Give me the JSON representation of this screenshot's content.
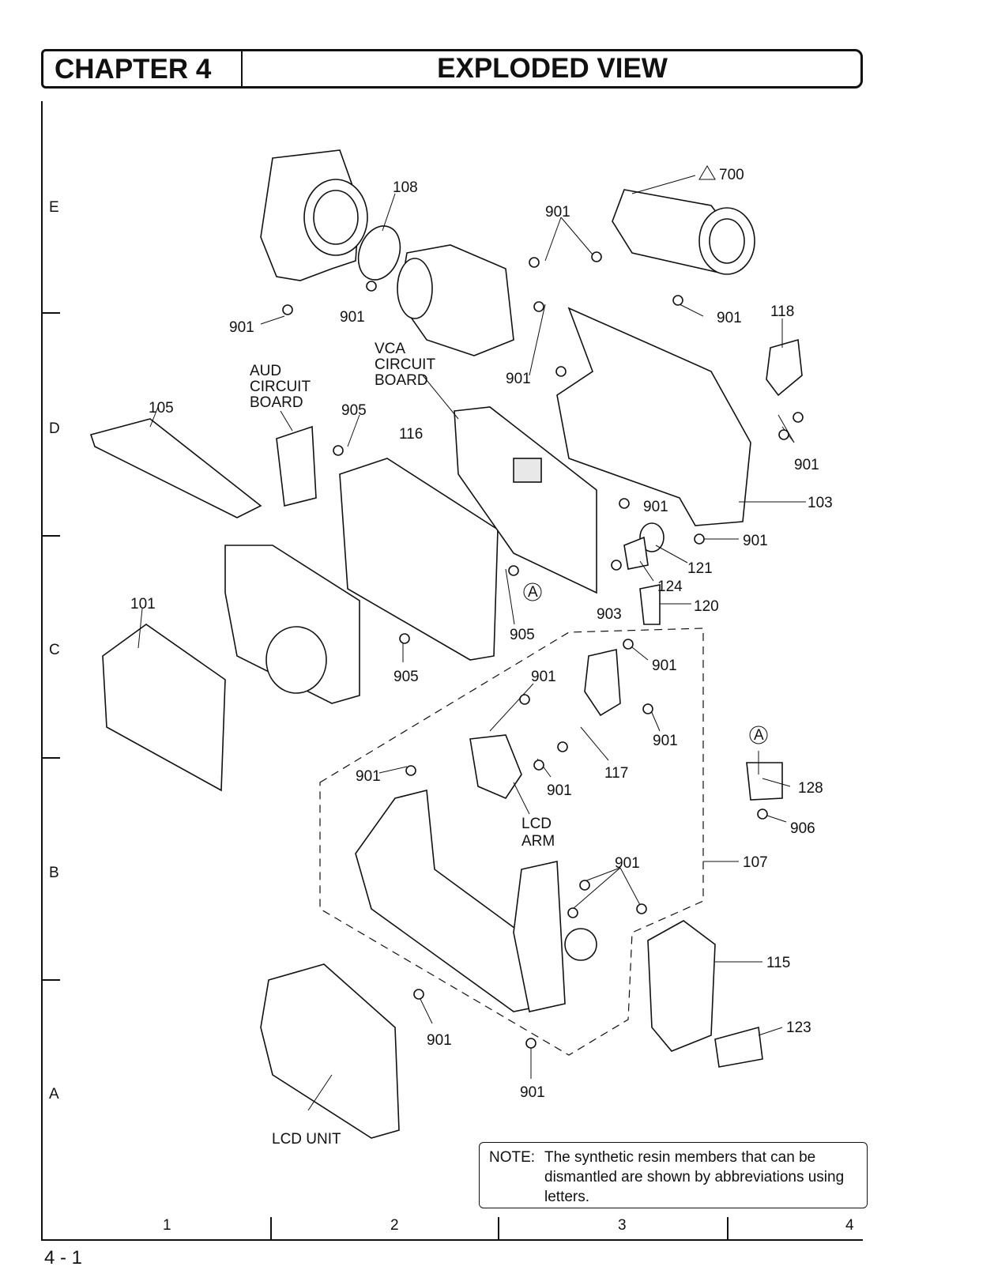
{
  "header": {
    "chapter": "CHAPTER  4",
    "title": "EXPLODED VIEW"
  },
  "grid": {
    "rows": [
      "E",
      "D",
      "C",
      "B",
      "A"
    ],
    "cols": [
      "1",
      "2",
      "3",
      "4"
    ]
  },
  "labels": {
    "p108": "108",
    "p700": "700",
    "p901_top": "901",
    "p901_a": "901",
    "p901_b": "901",
    "p901_c": "901",
    "p118": "118",
    "p901_d": "901",
    "p901_e": "901",
    "vca": [
      "VCA",
      "CIRCUIT",
      "BOARD"
    ],
    "aud": [
      "AUD",
      "CIRCUIT",
      "BOARD"
    ],
    "p105": "105",
    "p905_a": "905",
    "p116": "116",
    "p901_f": "901",
    "p103": "103",
    "p901_g": "901",
    "p121": "121",
    "p124": "124",
    "p903": "903",
    "p120": "120",
    "pA_1": "A",
    "p905_b": "905",
    "p101": "101",
    "p905_c": "905",
    "p901_h": "901",
    "p901_i": "901",
    "p901_j": "901",
    "p117": "117",
    "p901_k": "901",
    "p901_l": "901",
    "lcd_arm": [
      "LCD",
      "ARM"
    ],
    "pA_2": "A",
    "p128": "128",
    "p906": "906",
    "p901_m": "901",
    "p107": "107",
    "p115": "115",
    "p123": "123",
    "p901_n": "901",
    "p901_o": "901",
    "lcd_unit": "LCD UNIT"
  },
  "note": {
    "head": "NOTE:",
    "body": "The synthetic resin members that can be dismantled are shown by abbreviations using letters."
  },
  "page_number": "4 - 1"
}
